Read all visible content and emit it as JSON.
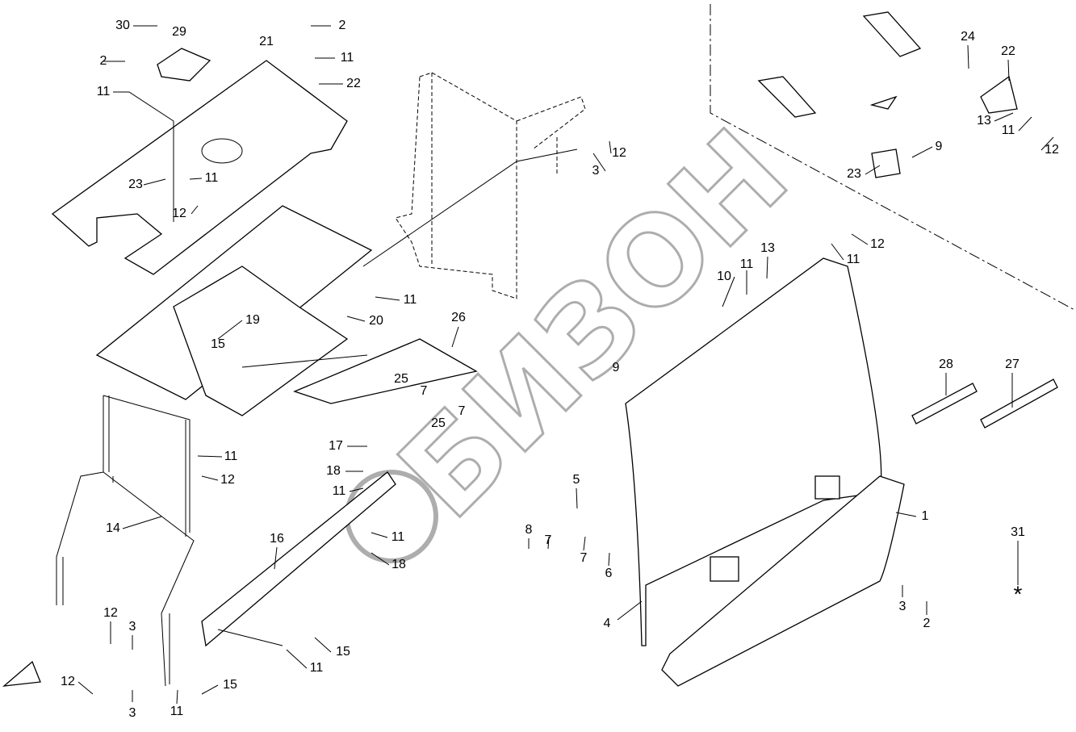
{
  "diagram": {
    "watermark": "БИЗОН",
    "watermark_color": "#999999",
    "callouts": [
      "30",
      "29",
      "21",
      "2",
      "2",
      "11",
      "22",
      "11",
      "23",
      "11",
      "12",
      "3",
      "12",
      "15",
      "19",
      "11",
      "20",
      "26",
      "25",
      "7",
      "25",
      "7",
      "9",
      "10",
      "11",
      "13",
      "11",
      "12",
      "17",
      "18",
      "11",
      "11",
      "18",
      "11",
      "12",
      "14",
      "16",
      "5",
      "8",
      "7",
      "7",
      "6",
      "1",
      "4",
      "3",
      "2",
      "31",
      "*",
      "28",
      "27",
      "24",
      "22",
      "13",
      "11",
      "12",
      "23",
      "9",
      "12",
      "3",
      "12",
      "3",
      "11",
      "15",
      "15",
      "11"
    ]
  }
}
